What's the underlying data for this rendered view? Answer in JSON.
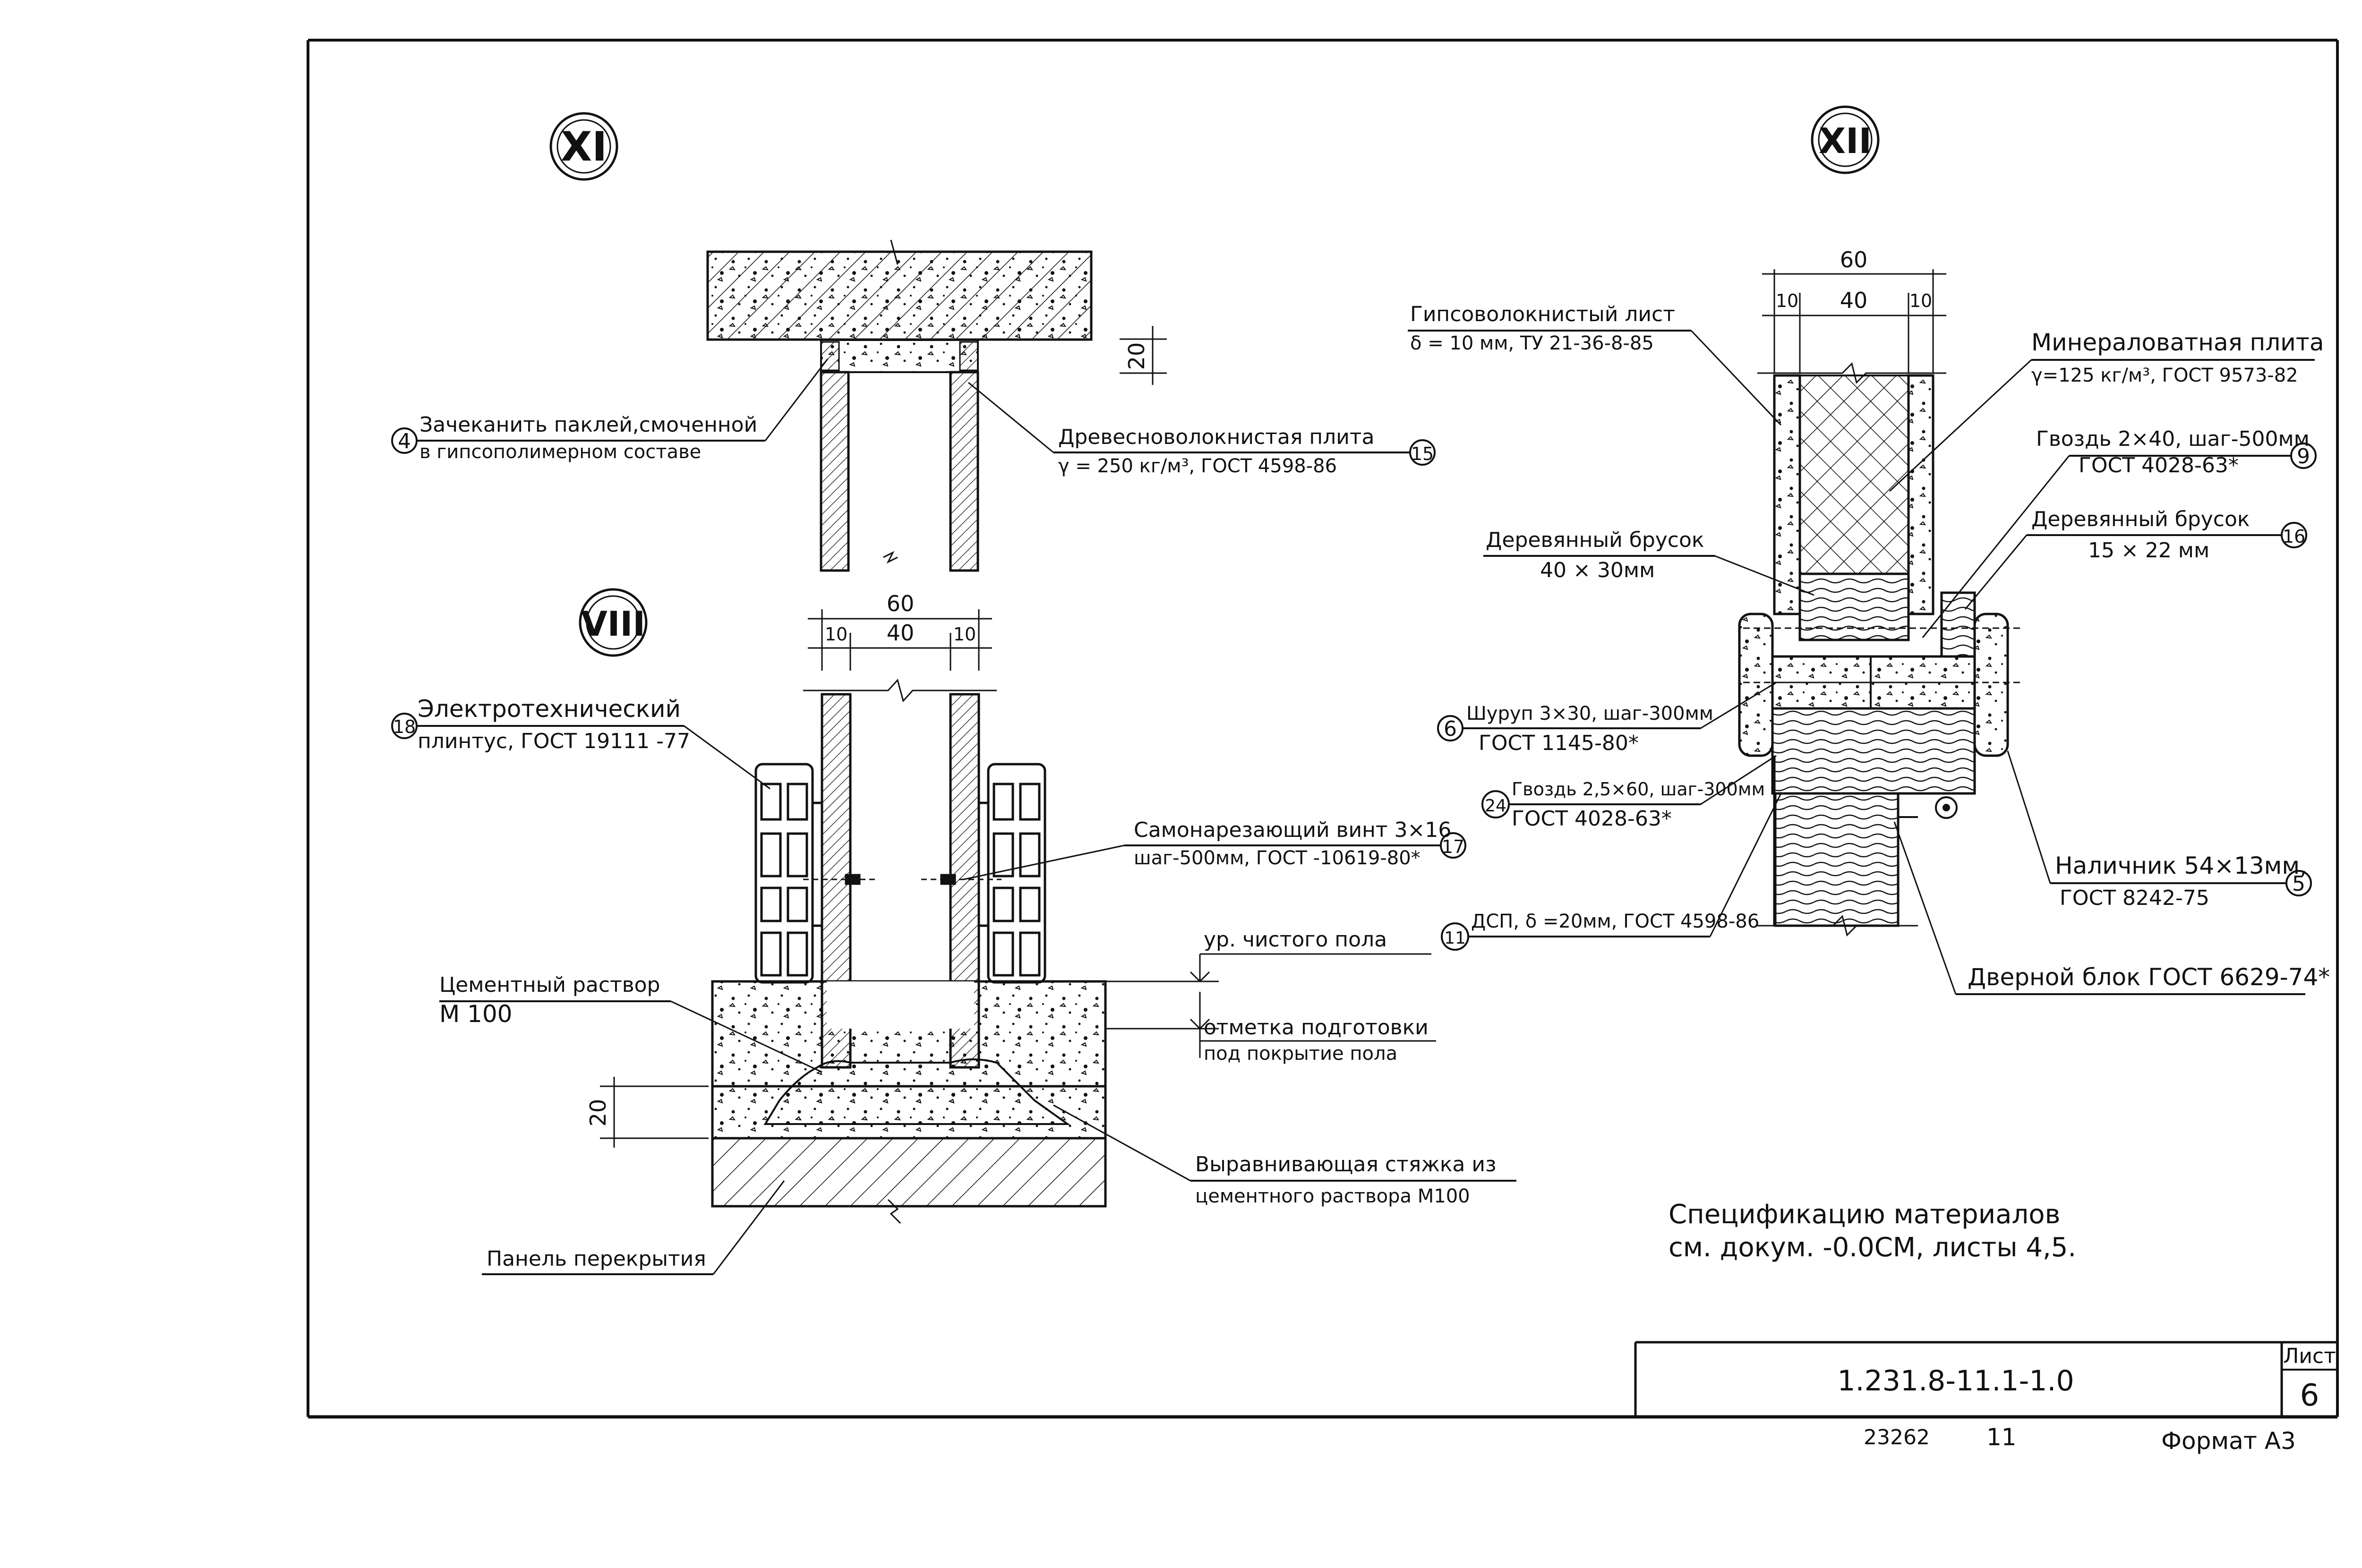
{
  "details": {
    "xi": {
      "mark": "XI"
    },
    "xii": {
      "mark": "XII"
    },
    "viii": {
      "mark": "VIII"
    }
  },
  "dimensions": {
    "total": "60",
    "side_a": "10",
    "middle": "40",
    "side_b": "10",
    "gap": "20"
  },
  "labels": {
    "pos4_num": "4",
    "pos4_line1": "Зачеканить паклей,смоченной",
    "pos4_line2": "в гипсополимерном составе",
    "pos15_num": "15",
    "pos15_line1": "Древесноволокнистая плита",
    "pos15_line2": "γ = 250 кг/м³, ГОСТ 4598-86",
    "pos18_num": "18",
    "pos18_line1": "Электротехнический",
    "pos18_line2": "плинтус, ГОСТ 19111 -77",
    "pos17_num": "17",
    "pos17_line1": "Самонарезающий винт 3×16",
    "pos17_line2": "шаг-500мм, ГОСТ -10619-80*",
    "floor_level": "ур. чистого пола",
    "prep_line1": "отметка подготовки",
    "prep_line2": "под покрытие пола",
    "mortar_line1": "Цементный раствор",
    "mortar_line2": "М 100",
    "screed_line1": "Выравнивающая стяжка из",
    "screed_line2": "цементного раствора М100",
    "slab": "Панель перекрытия",
    "gypsum_line1": "Гипсоволокнистый лист",
    "gypsum_line2": "δ = 10 мм, ТУ 21-36-8-85",
    "mineral_line1": "Минераловатная плита",
    "mineral_line2": "γ=125 кг/м³, ГОСТ 9573-82",
    "pos9_num": "9",
    "pos9_line1": "Гвоздь 2×40, шаг-500мм",
    "pos9_line2": "ГОСТ 4028-63*",
    "wood40_line1": "Деревянный брусок",
    "wood40_line2": "40 × 30мм",
    "pos16_num": "16",
    "pos16_line1": "Деревянный брусок",
    "pos16_line2": "15 × 22 мм",
    "pos6_num": "6",
    "pos6_line1": "Шуруп 3×30, шаг-300мм",
    "pos6_line2": "ГОСТ 1145-80*",
    "pos24_num": "24",
    "pos24_line1": "Гвоздь 2,5×60, шаг-300мм",
    "pos24_line2": "ГОСТ 4028-63*",
    "pos5_num": "5",
    "pos5_line1": "Наличник 54×13мм,",
    "pos5_line2": "ГОСТ 8242-75",
    "pos11_num": "11",
    "pos11_text": "ДСП, δ =20мм, ГОСТ 4598-86",
    "door": "Дверной блок ГОСТ 6629-74*",
    "spec_line1": "Спецификацию материалов",
    "spec_line2": "см. докум. -0.0СМ, листы 4,5."
  },
  "title_block": {
    "code": "1.231.8-11.1-1.0",
    "sheet_label": "Лист",
    "sheet_number": "6",
    "inv_number": "23262",
    "page_number": "11",
    "format": "Формат А3"
  },
  "colors": {
    "ink": "#111111",
    "paper": "#ffffff"
  }
}
